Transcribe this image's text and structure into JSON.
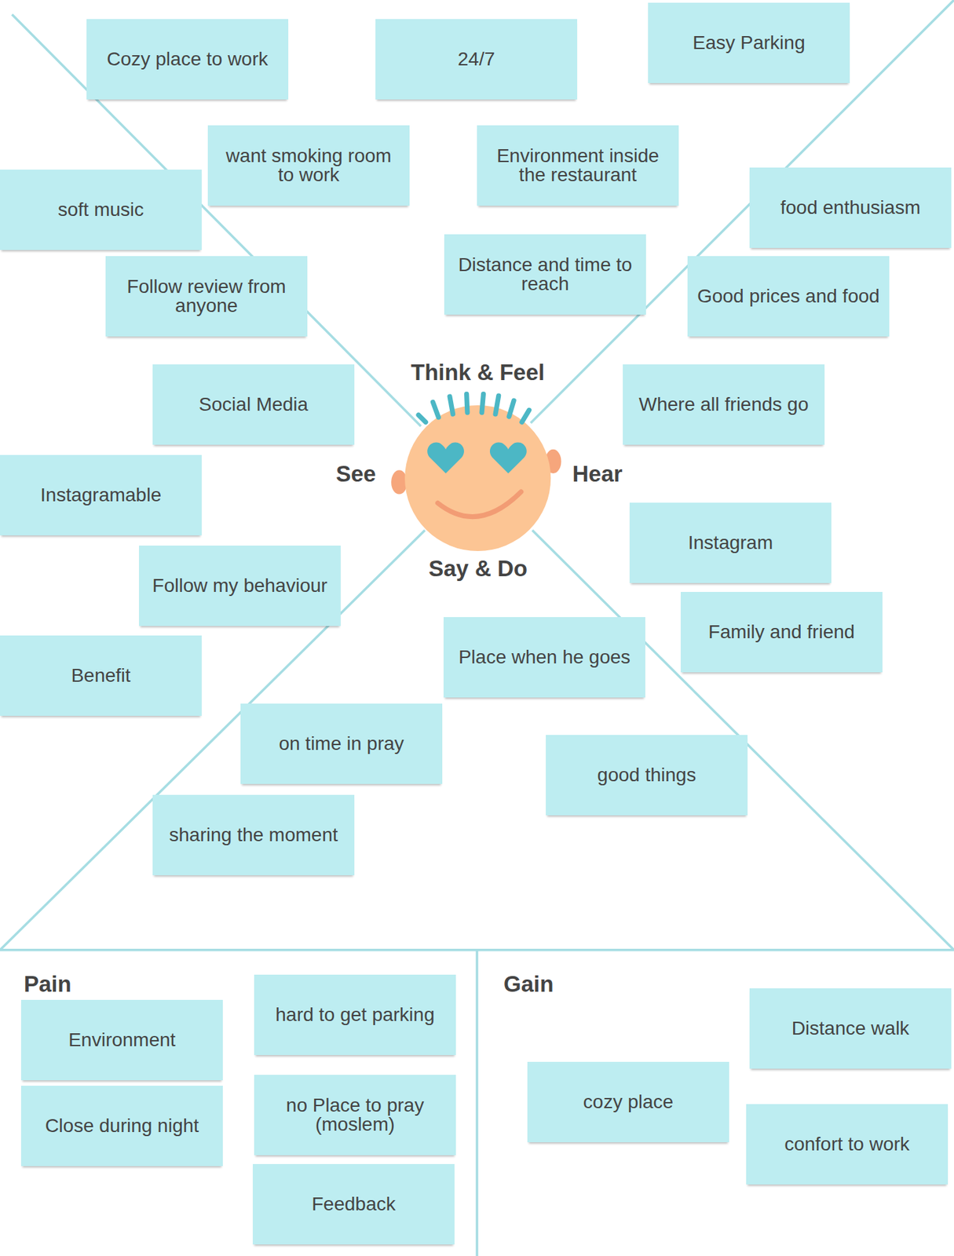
{
  "diagram": {
    "nodes": [
      {
        "text": [
          "Cozy place to work"
        ]
      },
      {
        "text": [
          "24/7"
        ]
      },
      {
        "text": [
          "Easy Parking"
        ]
      },
      {
        "text": [
          "want smoking room to work"
        ]
      },
      {
        "text": [
          "Environment inside the restaurant"
        ]
      },
      {
        "text": [
          "soft music"
        ]
      },
      {
        "text": [
          "food enthusiasm"
        ]
      },
      {
        "text": [
          "Follow review from anyone"
        ]
      },
      {
        "text": [
          "Distance and time to reach"
        ]
      },
      {
        "text": [
          "Good prices and food"
        ]
      },
      {
        "text": [
          "Social Media"
        ]
      },
      {
        "text": [
          "Where all friends go"
        ]
      },
      {
        "text": [
          "Instagramable"
        ]
      },
      {
        "text": [
          "Instagram"
        ]
      },
      {
        "text": [
          "Follow my behaviour"
        ]
      },
      {
        "text": [
          "Family and friend"
        ]
      },
      {
        "text": [
          "Benefit"
        ]
      },
      {
        "text": [
          "Place when he goes"
        ]
      },
      {
        "text": [
          "on time in pray"
        ]
      },
      {
        "text": [
          "good things"
        ]
      },
      {
        "text": [
          "sharing the moment"
        ]
      },
      {
        "text": [
          "Environment"
        ]
      },
      {
        "text": [
          "hard to get parking"
        ]
      },
      {
        "text": [
          "Close during night"
        ]
      },
      {
        "text": [
          "no Place to pray (moslem)"
        ]
      },
      {
        "text": [
          "Feedback"
        ]
      },
      {
        "text": [
          "Distance walk"
        ]
      },
      {
        "text": [
          "cozy place"
        ]
      },
      {
        "text": [
          "confort to work"
        ]
      }
    ],
    "labels": [
      "Think & Feel",
      "See",
      "Hear",
      "Say & Do",
      "Pain",
      "Gain"
    ]
  }
}
